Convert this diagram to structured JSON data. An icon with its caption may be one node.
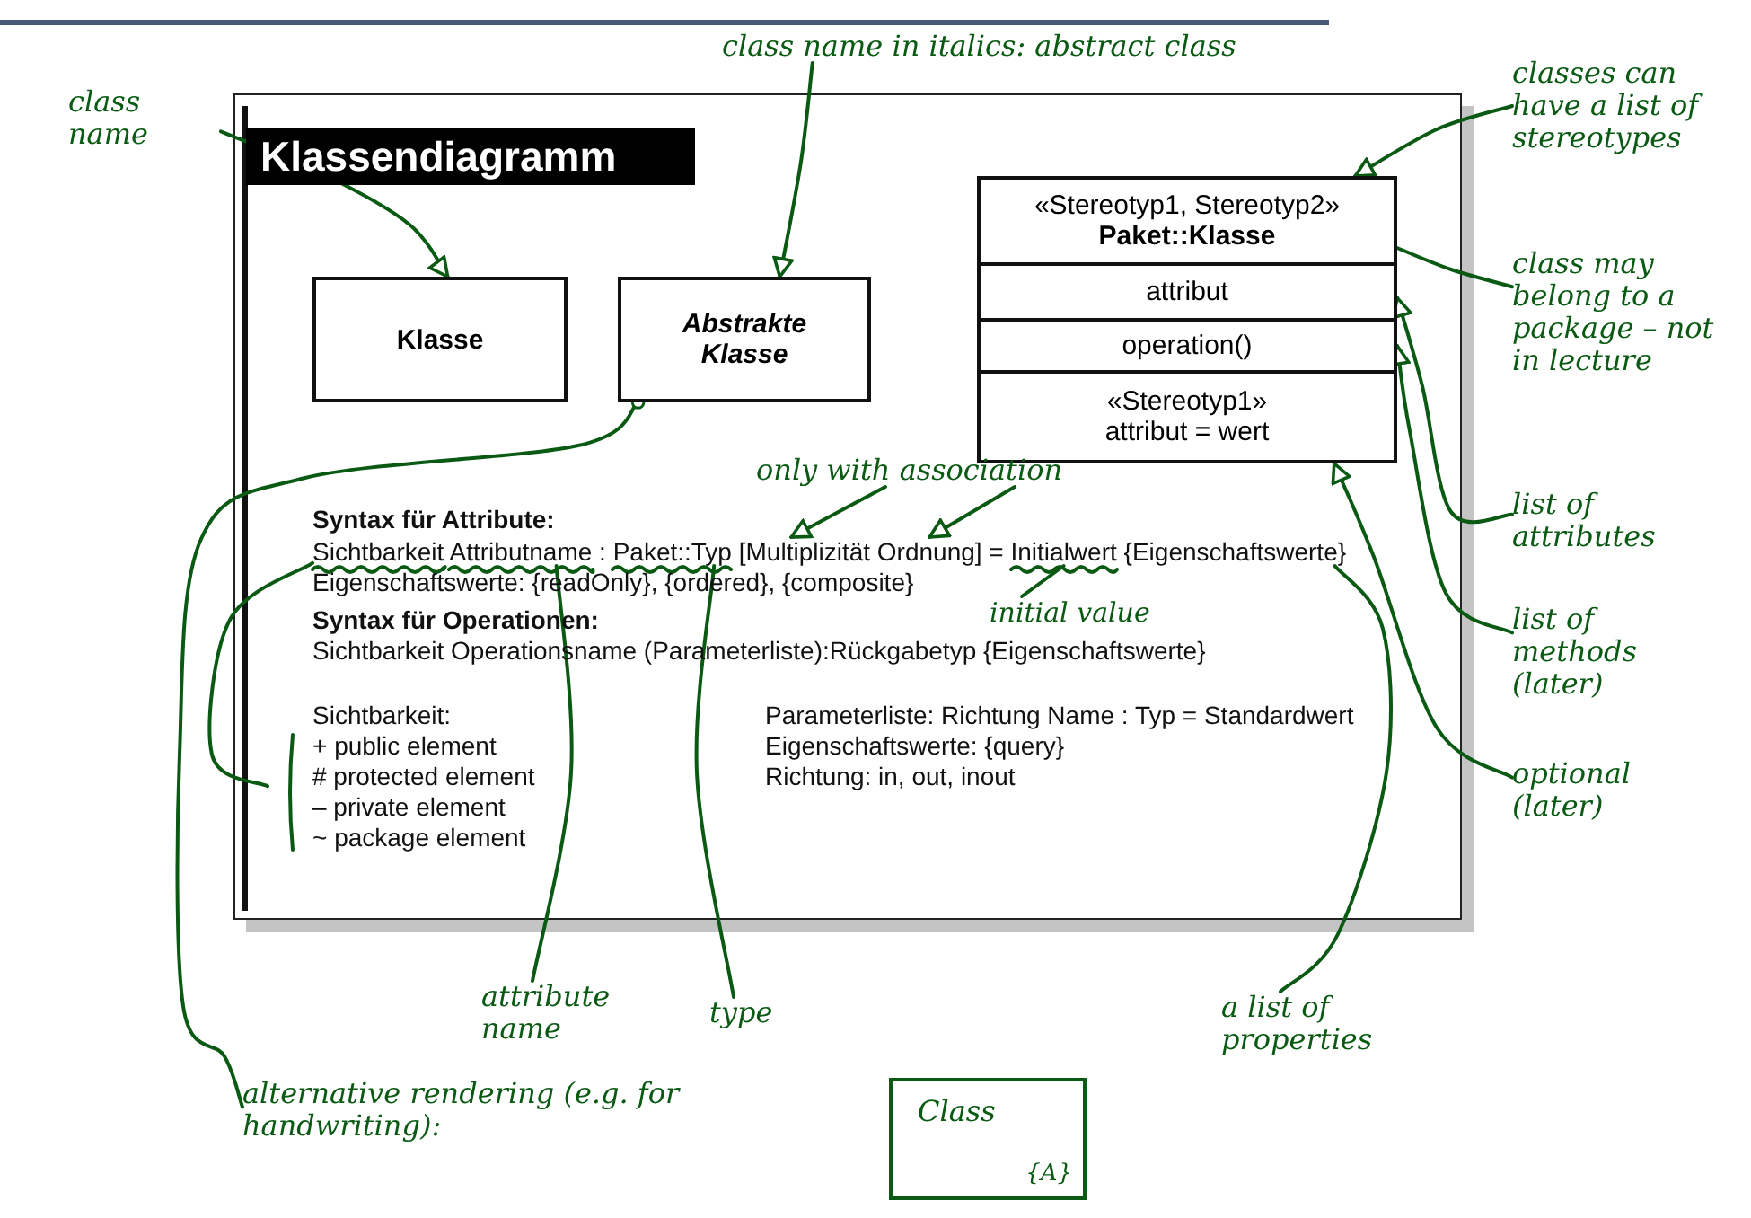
{
  "diagram": {
    "nodes": [
      {
        "text": [
          "Klassendiagramm"
        ]
      },
      {
        "text": [
          "Klasse"
        ],
        "in": 0
      },
      {
        "text": [
          "Abstrakte Klasse"
        ],
        "in": 0
      },
      {
        "text": [
          "«Stereotyp1, Stereotyp2»",
          "Paket::Klasse"
        ],
        "in": 0
      },
      {
        "text": [
          "attribut"
        ],
        "in": 0
      },
      {
        "text": [
          "operation()"
        ],
        "in": 0
      },
      {
        "text": [
          "«Stereotyp1»",
          "attribut = wert"
        ],
        "in": 0
      },
      {
        "text": [
          "Sichtbarkeit:",
          "+ public element",
          "# protected element",
          "– private element",
          "~ package element"
        ],
        "in": 0
      },
      {
        "text": [
          "class name"
        ]
      },
      {
        "text": [
          "class name in italics: abstract class"
        ]
      },
      {
        "text": [
          "classes can have a list of stereotypes"
        ]
      },
      {
        "text": [
          "class may belong to a package – not in lecture"
        ]
      },
      {
        "text": [
          "list of attributes"
        ]
      },
      {
        "text": [
          "list of methods (later)"
        ]
      },
      {
        "text": [
          "optional (later)"
        ]
      },
      {
        "text": [
          "only with association"
        ],
        "in": 0
      },
      {
        "text": [
          "initial value"
        ],
        "in": 0
      },
      {
        "text": [
          "attribute name"
        ]
      },
      {
        "text": [
          "type"
        ]
      },
      {
        "text": [
          "a list of properties"
        ]
      },
      {
        "text": [
          "alternative rendering (e.g. for handwriting):"
        ]
      },
      {
        "text": [
          "Class",
          "{A}"
        ]
      },
      {
        "text": [
          "Sichtbarkeit Attributname : Paket::Typ [Multiplizität Ordnung] = Initialwert {Eigenschaftswerte}"
        ],
        "in": 0
      }
    ],
    "edges": [
      {
        "from": 8,
        "to": 1,
        "arrow": "to"
      },
      {
        "from": 9,
        "to": 2,
        "arrow": "to"
      },
      {
        "from": 10,
        "to": 3,
        "arrow": "to"
      },
      {
        "from": 11,
        "to": 3,
        "arrow": "none"
      },
      {
        "from": 12,
        "to": 4,
        "arrow": "to"
      },
      {
        "from": 13,
        "to": 5,
        "arrow": "to"
      },
      {
        "from": 14,
        "to": 6,
        "arrow": "to"
      },
      {
        "from": 15,
        "to": 22,
        "arrow": "to"
      },
      {
        "from": 15,
        "to": 22,
        "arrow": "to"
      },
      {
        "from": 16,
        "to": 22,
        "arrow": "none"
      },
      {
        "from": 17,
        "to": 22,
        "arrow": "none"
      },
      {
        "from": 18,
        "to": 22,
        "arrow": "none"
      },
      {
        "from": 19,
        "to": 22,
        "arrow": "none"
      },
      {
        "from": 2,
        "to": 20,
        "arrow": "other"
      },
      {
        "from": 22,
        "to": 7,
        "arrow": "none"
      }
    ],
    "labels": [
      "Syntax für Attribute:",
      "Eigenschaftswerte: {readOnly}, {ordered}, {composite}",
      "Syntax für Operationen:",
      "Sichtbarkeit Operationsname (Parameterliste):Rückgabetyp {Eigenschaftswerte}",
      "Parameterliste: Richtung Name : Typ = Standardwert",
      "Eigenschaftswerte: {query}",
      "Richtung: in, out, inout"
    ]
  }
}
